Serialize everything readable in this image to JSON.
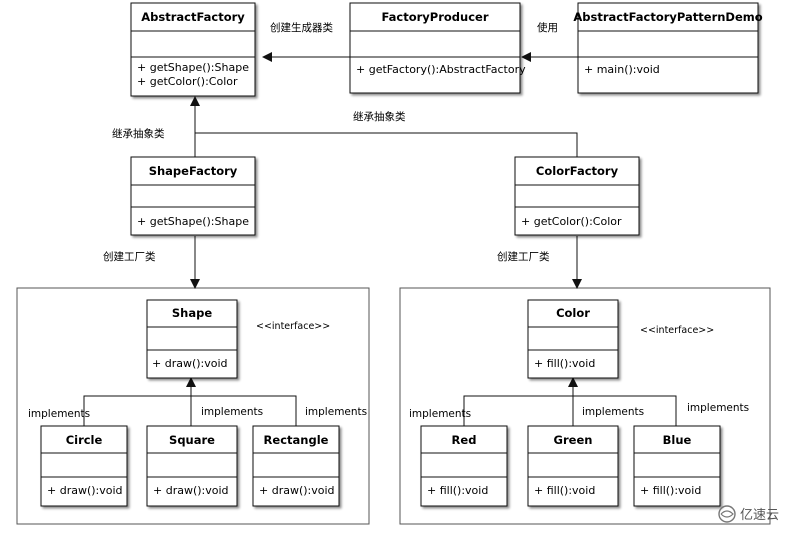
{
  "classes": {
    "abstract_factory": {
      "name": "AbstractFactory",
      "ops": [
        "+ getShape():Shape",
        "+ getColor():Color"
      ]
    },
    "factory_producer": {
      "name": "FactoryProducer",
      "ops": [
        "+ getFactory():AbstractFactory"
      ]
    },
    "demo": {
      "name": "AbstractFactoryPatternDemo",
      "ops": [
        "+ main():void"
      ]
    },
    "shape_factory": {
      "name": "ShapeFactory",
      "ops": [
        "+ getShape():Shape"
      ]
    },
    "color_factory": {
      "name": "ColorFactory",
      "ops": [
        "+ getColor():Color"
      ]
    },
    "shape": {
      "name": "Shape",
      "ops": [
        "+ draw():void"
      ],
      "stereotype": "<<interface>>"
    },
    "circle": {
      "name": "Circle",
      "ops": [
        "+ draw():void"
      ]
    },
    "square": {
      "name": "Square",
      "ops": [
        "+ draw():void"
      ]
    },
    "rectangle": {
      "name": "Rectangle",
      "ops": [
        "+ draw():void"
      ]
    },
    "color": {
      "name": "Color",
      "ops": [
        "+ fill():void"
      ],
      "stereotype": "<<interface>>"
    },
    "red": {
      "name": "Red",
      "ops": [
        "+ fill():void"
      ]
    },
    "green": {
      "name": "Green",
      "ops": [
        "+ fill():void"
      ]
    },
    "blue": {
      "name": "Blue",
      "ops": [
        "+ fill():void"
      ]
    }
  },
  "labels": {
    "create_generator": "创建生成器类",
    "use": "使用",
    "inherit_left": "继承抽象类",
    "inherit_right": "继承抽象类",
    "create_factory_left": "创建工厂类",
    "create_factory_right": "创建工厂类",
    "implements": "implements"
  },
  "watermark": "亿速云"
}
